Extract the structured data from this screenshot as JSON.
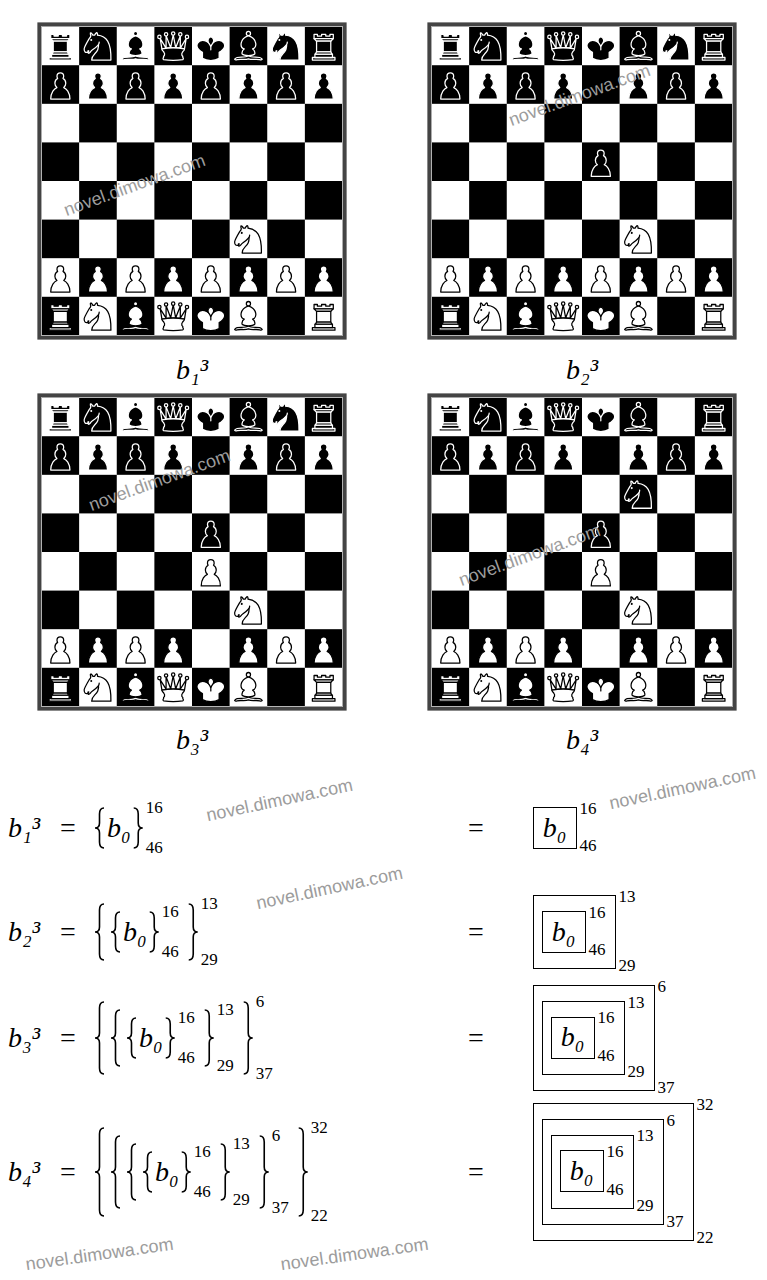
{
  "diagram": {
    "nodes": [
      {
        "text": [
          "b₀",
          "16",
          "46"
        ]
      },
      {
        "text": [
          "13",
          "29"
        ]
      },
      {
        "text": [
          "b₀",
          "16",
          "46"
        ],
        "in": 1
      },
      {
        "text": [
          "6",
          "37"
        ]
      },
      {
        "text": [
          "13",
          "29"
        ],
        "in": 3
      },
      {
        "text": [
          "b₀",
          "16",
          "46"
        ],
        "in": 4
      },
      {
        "text": [
          "32",
          "22"
        ]
      },
      {
        "text": [
          "6",
          "37"
        ],
        "in": 6
      },
      {
        "text": [
          "13",
          "29"
        ],
        "in": 7
      },
      {
        "text": [
          "b₀",
          "16",
          "46"
        ],
        "in": 8
      }
    ],
    "labels": [
      "b₁³",
      "b₂³",
      "b₃³",
      "b₄³",
      "b₁³",
      "=",
      "b₀",
      "16",
      "46",
      "=",
      "b₂³",
      "=",
      "b₀",
      "16",
      "46",
      "13",
      "29",
      "=",
      "b₃³",
      "=",
      "b₀",
      "16",
      "46",
      "13",
      "29",
      "6",
      "37",
      "=",
      "b₄³",
      "=",
      "b₀",
      "16",
      "46",
      "13",
      "29",
      "6",
      "37",
      "32",
      "22",
      "=",
      "novel.dimowa.com",
      "novel.dimowa.com",
      "novel.dimowa.com",
      "novel.dimowa.com",
      "novel.dimowa.com",
      "novel.dimowa.com",
      "novel.dimowa.com",
      "novel.dimowa.com",
      "novel.dimowa.com"
    ]
  }
}
